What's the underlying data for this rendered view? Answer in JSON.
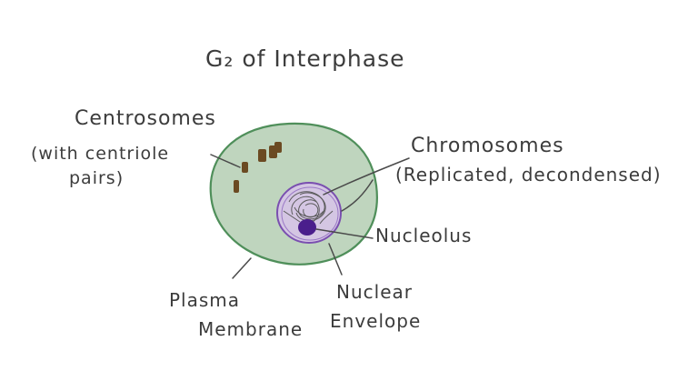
{
  "title": "G₂ of Interphase",
  "labels": {
    "centrosomes": "Centrosomes",
    "centrosomes_note_line1": "(with centriole",
    "centrosomes_note_line2": "pairs)",
    "chromosomes": "Chromosomes",
    "chromosomes_note": "(Replicated, decondensed)",
    "nucleolus": "Nucleolus",
    "plasma_line1": "Plasma",
    "plasma_line2": "Membrane",
    "nuclear_line1": "Nuclear",
    "nuclear_line2": "Envelope"
  },
  "colors": {
    "cell_fill": "#bcd3bb",
    "membrane": "#4f8f5a",
    "nuclear_envelope": "#7a4fb0",
    "nucleus_fill": "#d7c3ea",
    "nucleolus": "#4a1e8c",
    "centrosome": "#6b4a22",
    "chromatin": "#5a5a5a",
    "pointer": "#4a4a4a",
    "text": "#3c3c3c"
  }
}
